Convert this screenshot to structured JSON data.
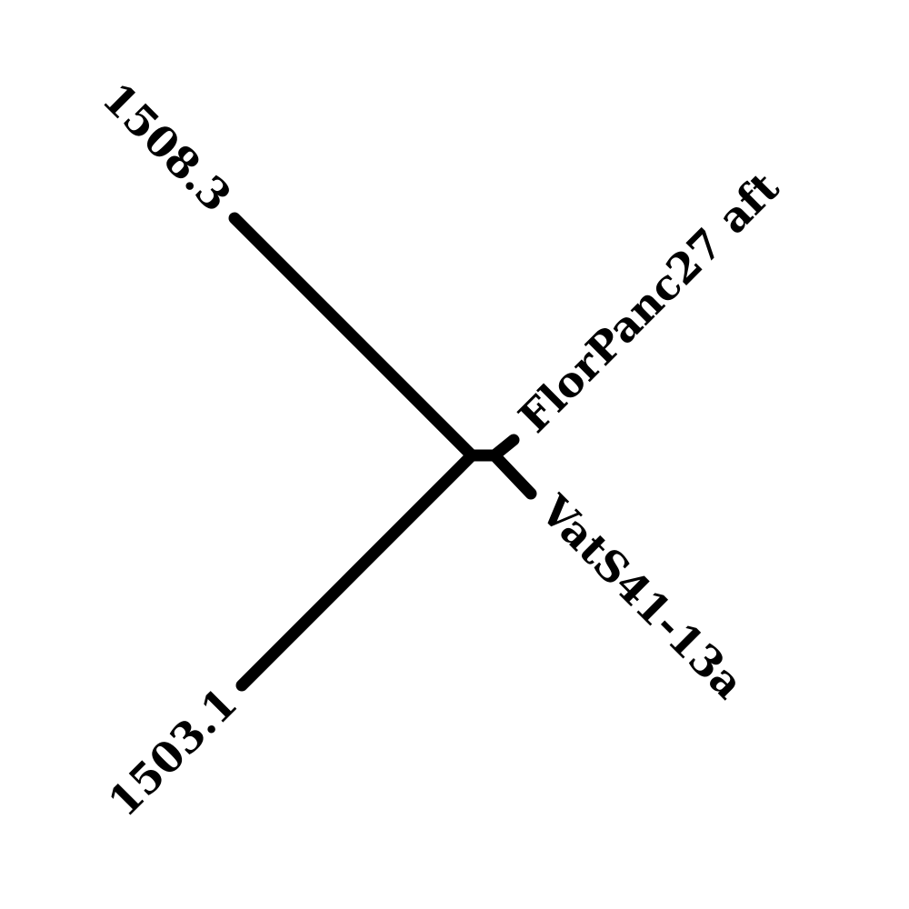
{
  "tree": {
    "type": "unrooted-phylogenetic-tree",
    "tips": [
      {
        "id": "t1",
        "label": "1508.3"
      },
      {
        "id": "t2",
        "label": "1503.1"
      },
      {
        "id": "t3",
        "label": "FlorPanc27 aft"
      },
      {
        "id": "t4",
        "label": "VatS41-13a"
      }
    ]
  },
  "colors": {
    "branch": "#000000",
    "label": "#000000",
    "background": "#ffffff"
  }
}
